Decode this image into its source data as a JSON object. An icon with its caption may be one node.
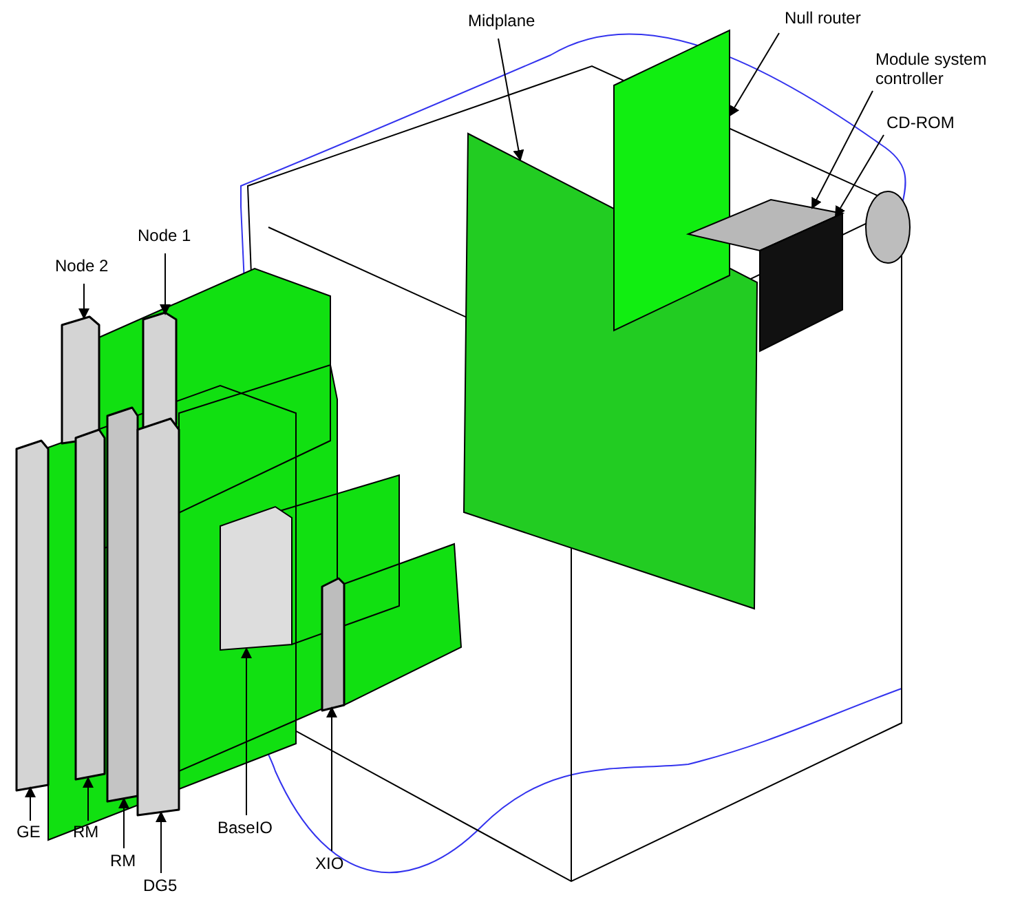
{
  "diagram": {
    "nodes": [
      {
        "text": [
          "Midplane"
        ]
      },
      {
        "text": [
          "Null router"
        ]
      },
      {
        "text": [
          "Module system controller"
        ]
      },
      {
        "text": [
          "CD-ROM"
        ]
      },
      {
        "text": [
          "Node 2"
        ]
      },
      {
        "text": [
          "Node 1"
        ]
      },
      {
        "text": [
          "GE"
        ]
      },
      {
        "text": [
          "RM"
        ]
      },
      {
        "text": [
          "RM"
        ]
      },
      {
        "text": [
          "DG5"
        ]
      },
      {
        "text": [
          "BaseIO"
        ]
      },
      {
        "text": [
          "XIO"
        ]
      },
      {
        "text": [],
        "shape": "box"
      },
      {
        "text": [],
        "shape": "box"
      },
      {
        "text": [],
        "shape": "box"
      },
      {
        "text": [],
        "shape": "box"
      },
      {
        "text": [],
        "shape": "bar"
      },
      {
        "text": [],
        "shape": "bar"
      },
      {
        "text": [],
        "shape": "bar"
      },
      {
        "text": [],
        "shape": "bar"
      },
      {
        "text": [],
        "shape": "bar"
      },
      {
        "text": [],
        "shape": "bar"
      },
      {
        "text": [],
        "shape": "box"
      },
      {
        "text": [],
        "shape": "bar"
      }
    ],
    "edges": [
      {
        "from": 0,
        "to": 12,
        "arrow": "to"
      },
      {
        "from": 1,
        "to": 13,
        "arrow": "to"
      },
      {
        "from": 2,
        "to": 14,
        "arrow": "to"
      },
      {
        "from": 3,
        "to": 15,
        "arrow": "to"
      },
      {
        "from": 4,
        "to": 16,
        "arrow": "to"
      },
      {
        "from": 5,
        "to": 17,
        "arrow": "to"
      },
      {
        "from": 6,
        "to": 18,
        "arrow": "to"
      },
      {
        "from": 7,
        "to": 19,
        "arrow": "to"
      },
      {
        "from": 8,
        "to": 20,
        "arrow": "to"
      },
      {
        "from": 9,
        "to": 21,
        "arrow": "to"
      },
      {
        "from": 10,
        "to": 22,
        "arrow": "to"
      },
      {
        "from": 11,
        "to": 23,
        "arrow": "to"
      }
    ]
  }
}
